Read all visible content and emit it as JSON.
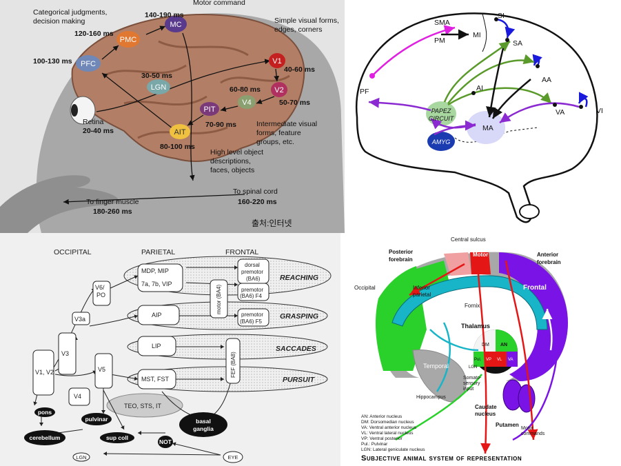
{
  "p1": {
    "labels": {
      "cat": "Categorical judgments,",
      "cat2": "decision making",
      "mc_time": "140-190 ms",
      "motor": "Motor command",
      "pmc_time": "120-160 ms",
      "pfc_time": "100-130 ms",
      "simple": "Simple visual forms,",
      "simple2": "edges, corners",
      "v1_time": "40-60 ms",
      "lgn_time": "30-50 ms",
      "v4_time": "60-80 ms",
      "v2_time": "50-70 ms",
      "retina": "Retina",
      "retina_time": "20-40 ms",
      "pit_time": "70-90 ms",
      "inter": "Intermediate visual",
      "inter2": "forms, feature",
      "inter3": "groups, etc.",
      "ait_time": "80-100 ms",
      "high": "High level object",
      "high2": "descriptions,",
      "high3": "faces, objects",
      "spinal": "To spinal cord",
      "spinal_time": "160-220 ms",
      "finger": "To finger muscle",
      "finger_time": "180-260 ms",
      "credit": "출처:인터넷"
    },
    "nodes": {
      "pfc": "PFC",
      "pmc": "PMC",
      "mc": "MC",
      "lgn": "LGN",
      "v1": "V1",
      "v2": "V2",
      "v4": "V4",
      "pit": "PIT",
      "ait": "AIT"
    }
  },
  "p2": {
    "labels": {
      "sma": "SMA",
      "pm": "PM",
      "mi": "MI",
      "si": "SI",
      "sa": "SA",
      "aa": "AA",
      "ai": "AI",
      "pf": "PF",
      "va": "VA",
      "vi": "VI",
      "papez": "PAPEZ",
      "circuit": "CIRCUIT",
      "ma": "MA",
      "amyg": "AMYG"
    }
  },
  "p3": {
    "headers": {
      "occipital": "OCCIPITAL",
      "parietal": "PARIETAL",
      "frontal": "FRONTAL"
    },
    "rows": {
      "reaching": "REACHING",
      "grasping": "GRASPING",
      "saccades": "SACCADES",
      "pursuit": "PURSUIT"
    },
    "boxes": {
      "v6po": "V6/",
      "v6po2": "PO",
      "v3a": "V3a",
      "v3": "V3",
      "v1v2": "V1, V2",
      "v5": "V5",
      "v4": "V4",
      "mdp": "MDP, MIP",
      "vip": "7a, 7b, VIP",
      "aip": "AIP",
      "lip": "LIP",
      "mst": "MST, FST",
      "teo": "TEO, STS, IT",
      "dorsal": "dorsal",
      "dorsal2": "premotor",
      "dorsal3": "(BA6)",
      "premotor": "premotor",
      "premotor2": "(BA6) F4",
      "motor": "motor (BA4)",
      "premotor_g": "premotor",
      "premotor_g2": "(BA6) F5",
      "fef": "FEF (BA8)",
      "pons": "pons",
      "cerebellum": "cerebellum",
      "pulvinar": "pulvinar",
      "supcoll": "sup coll",
      "not": "NOT",
      "basal": "basal",
      "basal2": "ganglia",
      "lgn": "LGN",
      "eye": "EYE"
    }
  },
  "p4": {
    "labels": {
      "central": "Central sulcus",
      "posterior": "Posterior",
      "posterior2": "forebrain",
      "motor": "Motor",
      "anterior": "Anterior",
      "anterior2": "forebrain",
      "occipital": "Occipital",
      "frontal": "Frontal",
      "inferior": "Inferior",
      "inferior2": "parietal",
      "fornix": "Fornix",
      "thalamus": "Thalamus",
      "dm": "DM",
      "an": "AN",
      "pul": "Pul.",
      "vp": "VP",
      "vl": "VL",
      "va": "VA",
      "lgn": "LGN",
      "temporal": "Temporal",
      "soma": "Somato-",
      "soma2": "sensory",
      "soma3": "input",
      "hippo": "Hippocampus",
      "caudate": "Caudate",
      "caudate2": "nucleus",
      "putamen": "Putamen",
      "motorcmd": "Motor",
      "motorcmd2": "commands",
      "leg1": "AN: Anterior nucleus",
      "leg2": "DM: Dorsomedian nucleus",
      "leg3": "VA: Ventral anterior nucleus",
      "leg4": "VL: Ventral lateral nucleus",
      "leg5": "VP: Ventral posterior",
      "leg6": "Pul.: Pulvinar",
      "leg7": "LGN: Lateral geniculate nucleus",
      "title": "Subjective animal system of representation"
    }
  },
  "colors": {
    "brain": "#b27f66",
    "green_region": "#2bd12b",
    "purple_region": "#7a14e6",
    "cyan": "#18b4c8",
    "red": "#e51616"
  }
}
